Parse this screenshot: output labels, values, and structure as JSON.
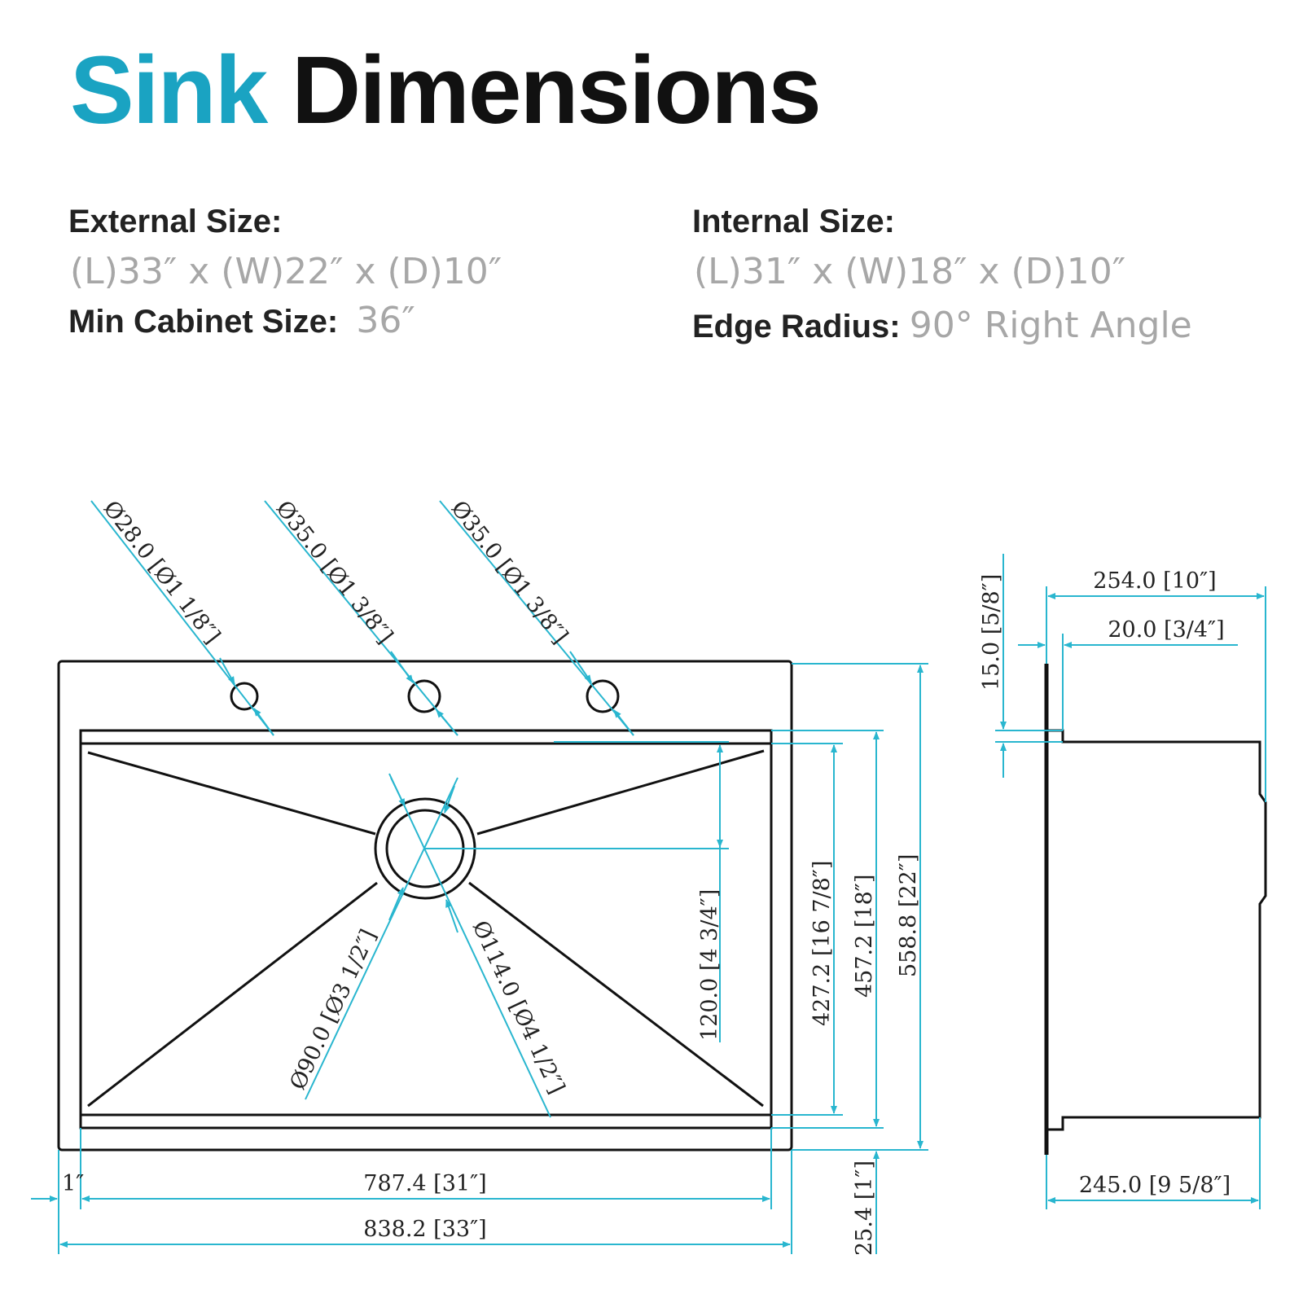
{
  "title": {
    "accent": "Sink",
    "rest": "Dimensions"
  },
  "specs": {
    "external_label": "External Size:",
    "external_value": "(L)33″ x (W)22″ x (D)10″",
    "cabinet_label": "Min Cabinet Size:",
    "cabinet_value": "36″",
    "internal_label": "Internal Size:",
    "internal_value": "(L)31″ x (W)18″ x (D)10″",
    "edge_label": "Edge Radius:",
    "edge_value": "90° Right Angle"
  },
  "colors": {
    "accent": "#1aa3c2",
    "dimension_line": "#29b6cf",
    "outline": "#111111",
    "value_text": "#a7a7a7"
  },
  "dimensions": {
    "hole_left": "Ø28.0 [Ø1 1/8″]",
    "hole_middle": "Ø35.0 [Ø1 3/8″]",
    "hole_right": "Ø35.0 [Ø1 3/8″]",
    "drain_inner": "Ø90.0 [Ø3 1/2″]",
    "drain_outer": "Ø114.0 [Ø4 1/2″]",
    "drain_offset": "120.0 [4 3/4″]",
    "inner_width_floor": "427.2 [16 7/8″]",
    "inner_width": "457.2 [18″]",
    "outer_width": "558.8 [22″]",
    "rim": "1″",
    "inner_length": "787.4 [31″]",
    "outer_length": "838.2 [33″]",
    "front_rim": "25.4 [1″]",
    "flange_step": "15.0 [5/8″]",
    "side_depth": "254.0 [10″]",
    "flange_width": "20.0 [3/4″]",
    "bottom_depth": "245.0 [9 5/8″]"
  }
}
